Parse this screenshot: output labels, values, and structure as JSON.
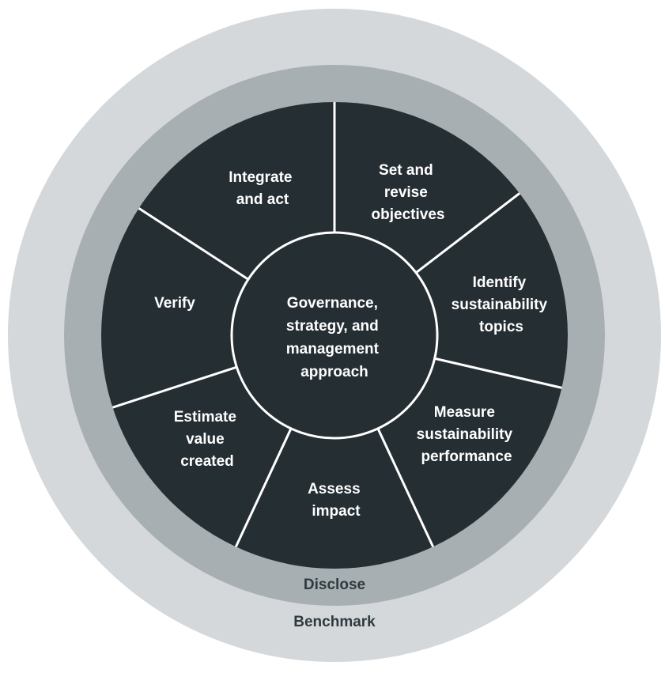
{
  "diagram": {
    "title": "Sustainability management cycle",
    "center": {
      "lines": [
        "Governance,",
        "strategy, and",
        "management",
        "approach"
      ]
    },
    "segments": [
      {
        "id": "set-revise-objectives",
        "lines": [
          "Set and",
          "revise",
          "objectives"
        ]
      },
      {
        "id": "identify-sustainability-topics",
        "lines": [
          "Identify",
          "sustainability",
          "topics"
        ]
      },
      {
        "id": "measure-sustainability-performance",
        "lines": [
          "Measure",
          "sustainability",
          "performance"
        ]
      },
      {
        "id": "assess-impact",
        "lines": [
          "Assess",
          "impact"
        ]
      },
      {
        "id": "estimate-value-created",
        "lines": [
          "Estimate",
          "value",
          "created"
        ]
      },
      {
        "id": "verify",
        "lines": [
          "Verify"
        ]
      },
      {
        "id": "integrate-and-act",
        "lines": [
          "Integrate",
          "and act"
        ]
      }
    ],
    "inner_ring_label": "Disclose",
    "outer_ring_label": "Benchmark",
    "colors": {
      "outer_ring": "#d4d8da",
      "inner_ring": "#a7afb2",
      "segments": "#252e33",
      "dividers": "#ffffff",
      "ring_text": "#2f3a40"
    }
  }
}
